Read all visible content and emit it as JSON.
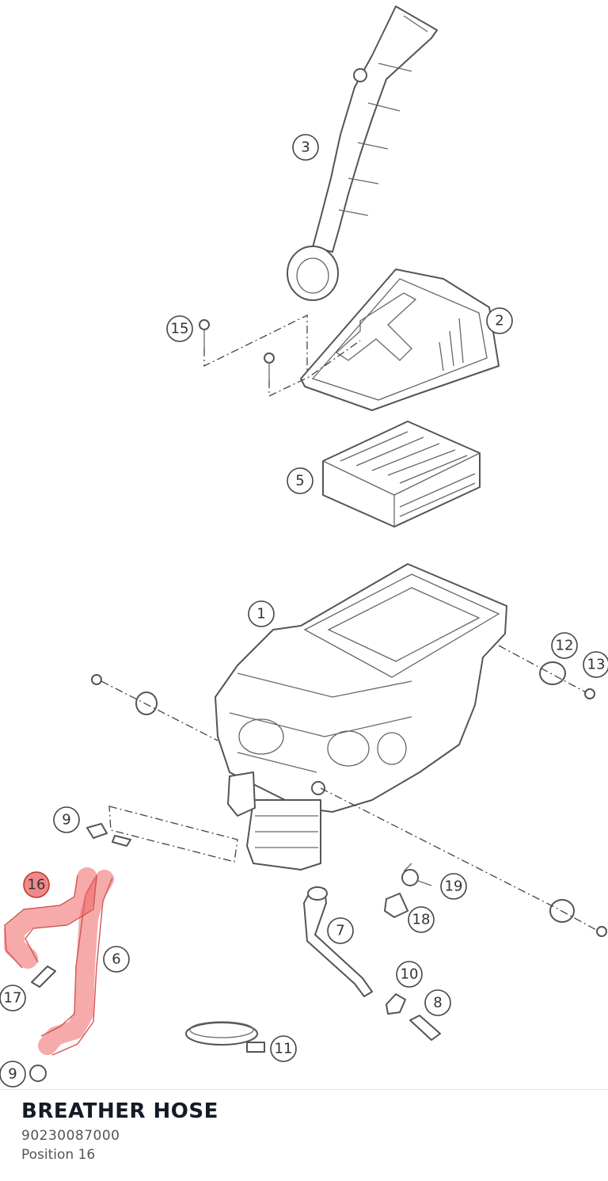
{
  "diagram": {
    "callouts": [
      "1",
      "2",
      "3",
      "5",
      "6",
      "7",
      "8",
      "9",
      "9",
      "10",
      "11",
      "12",
      "13",
      "15",
      "16",
      "17",
      "18",
      "19"
    ],
    "highlighted_callout": "16",
    "highlight_color": "#f08a8a"
  },
  "info": {
    "part_name": "BREATHER HOSE",
    "part_number": "90230087000",
    "position": "Position 16"
  }
}
